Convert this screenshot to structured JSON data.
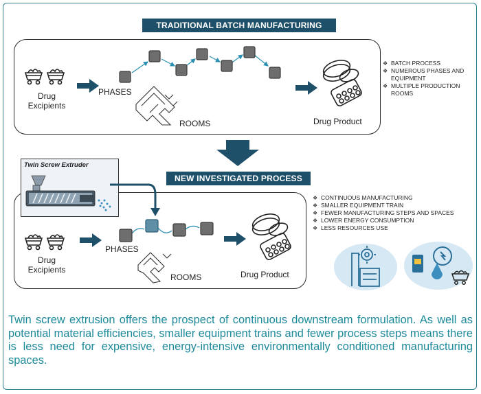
{
  "top": {
    "banner": "TRADITIONAL BATCH MANUFACTURING",
    "input_label": "Drug\nExcipients",
    "phases_label": "PHASES",
    "rooms_label": "ROOMS",
    "output_label": "Drug Product",
    "bullets": [
      "BATCH PROCESS",
      "NUMEROUS PHASES AND EQUIPMENT",
      "MULTIPLE PRODUCTION ROOMS"
    ]
  },
  "bottom": {
    "banner": "NEW INVESTIGATED PROCESS",
    "extruder_title": "Twin Screw Extruder",
    "input_label": "Drug\nExcipients",
    "phases_label": "PHASES",
    "rooms_label": "ROOMS",
    "output_label": "Drug Product",
    "bullets": [
      "CONTINUOUS MANUFACTURING",
      "SMALLER EQUIPMENT TRAIN",
      "FEWER MANUFACTURING STEPS AND SPACES",
      "LOWER ENERGY CONSUMPTION",
      "LESS RESOURCES USE"
    ]
  },
  "caption": "Twin screw extrusion offers the prospect of continuous downstream formulation. As well as potential material efficiencies, smaller equipment trains and fewer process steps means there is less need for expensive, energy-intensive environmentally conditioned manufacturing spaces.",
  "colors": {
    "frame": "#2a7f8e",
    "banner": "#1f5069",
    "caption": "#1d8a9a",
    "arrow": "#1f5069",
    "icon_bg": "#d6e8f3"
  }
}
